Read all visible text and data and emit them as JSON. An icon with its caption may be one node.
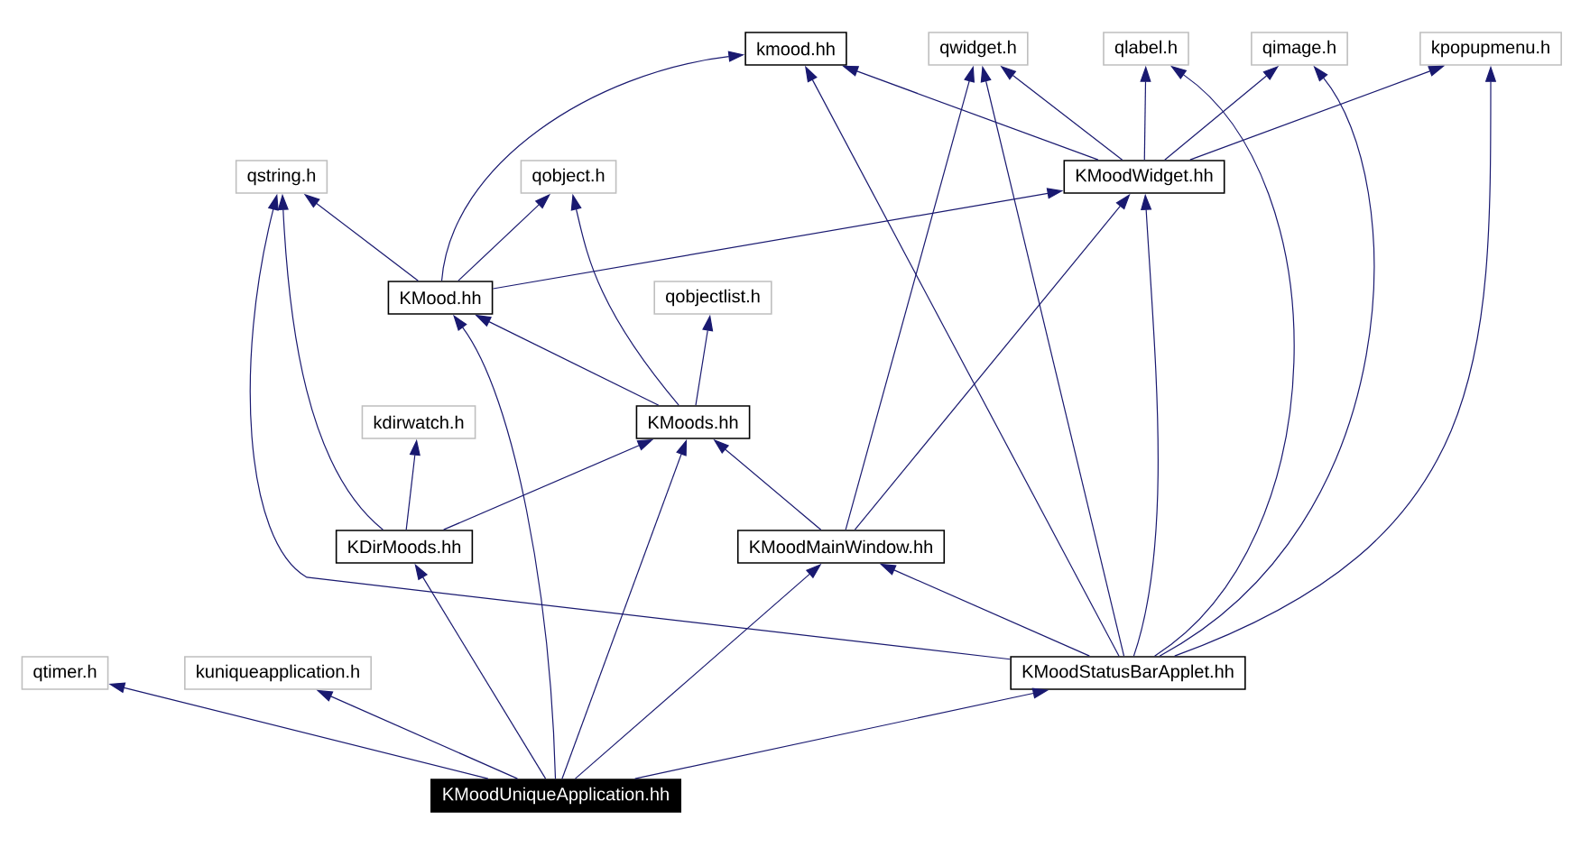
{
  "diagram": {
    "nodes": [
      {
        "text": [
          "kmood.hh"
        ]
      },
      {
        "text": [
          "qwidget.h"
        ]
      },
      {
        "text": [
          "qlabel.h"
        ]
      },
      {
        "text": [
          "qimage.h"
        ]
      },
      {
        "text": [
          "kpopupmenu.h"
        ]
      },
      {
        "text": [
          "qstring.h"
        ]
      },
      {
        "text": [
          "qobject.h"
        ]
      },
      {
        "text": [
          "KMoodWidget.hh"
        ]
      },
      {
        "text": [
          "KMood.hh"
        ]
      },
      {
        "text": [
          "qobjectlist.h"
        ]
      },
      {
        "text": [
          "kdirwatch.h"
        ]
      },
      {
        "text": [
          "KMoods.hh"
        ]
      },
      {
        "text": [
          "KDirMoods.hh"
        ]
      },
      {
        "text": [
          "KMoodMainWindow.hh"
        ]
      },
      {
        "text": [
          "qtimer.h"
        ]
      },
      {
        "text": [
          "kuniqueapplication.h"
        ]
      },
      {
        "text": [
          "KMoodStatusBarApplet.hh"
        ]
      },
      {
        "text": [
          "KMoodUniqueApplication.hh"
        ]
      }
    ],
    "edges": [
      {
        "from": 7,
        "to": 0,
        "arrow": "to"
      },
      {
        "from": 7,
        "to": 1,
        "arrow": "to"
      },
      {
        "from": 7,
        "to": 2,
        "arrow": "to"
      },
      {
        "from": 7,
        "to": 3,
        "arrow": "to"
      },
      {
        "from": 7,
        "to": 4,
        "arrow": "to"
      },
      {
        "from": 8,
        "to": 0,
        "arrow": "to"
      },
      {
        "from": 8,
        "to": 5,
        "arrow": "to"
      },
      {
        "from": 8,
        "to": 6,
        "arrow": "to"
      },
      {
        "from": 8,
        "to": 7,
        "arrow": "to"
      },
      {
        "from": 11,
        "to": 8,
        "arrow": "to"
      },
      {
        "from": 11,
        "to": 6,
        "arrow": "to"
      },
      {
        "from": 11,
        "to": 9,
        "arrow": "to"
      },
      {
        "from": 12,
        "to": 5,
        "arrow": "to"
      },
      {
        "from": 12,
        "to": 10,
        "arrow": "to"
      },
      {
        "from": 12,
        "to": 11,
        "arrow": "to"
      },
      {
        "from": 13,
        "to": 11,
        "arrow": "to"
      },
      {
        "from": 13,
        "to": 1,
        "arrow": "to"
      },
      {
        "from": 13,
        "to": 7,
        "arrow": "to"
      },
      {
        "from": 16,
        "to": 0,
        "arrow": "to"
      },
      {
        "from": 16,
        "to": 1,
        "arrow": "to"
      },
      {
        "from": 16,
        "to": 2,
        "arrow": "to"
      },
      {
        "from": 16,
        "to": 3,
        "arrow": "to"
      },
      {
        "from": 16,
        "to": 4,
        "arrow": "to"
      },
      {
        "from": 16,
        "to": 7,
        "arrow": "to"
      },
      {
        "from": 16,
        "to": 13,
        "arrow": "to"
      },
      {
        "from": 16,
        "to": 5,
        "arrow": "to"
      },
      {
        "from": 17,
        "to": 14,
        "arrow": "to"
      },
      {
        "from": 17,
        "to": 15,
        "arrow": "to"
      },
      {
        "from": 17,
        "to": 8,
        "arrow": "to"
      },
      {
        "from": 17,
        "to": 12,
        "arrow": "to"
      },
      {
        "from": 17,
        "to": 11,
        "arrow": "to"
      },
      {
        "from": 17,
        "to": 13,
        "arrow": "to"
      },
      {
        "from": 17,
        "to": 16,
        "arrow": "to"
      }
    ]
  }
}
